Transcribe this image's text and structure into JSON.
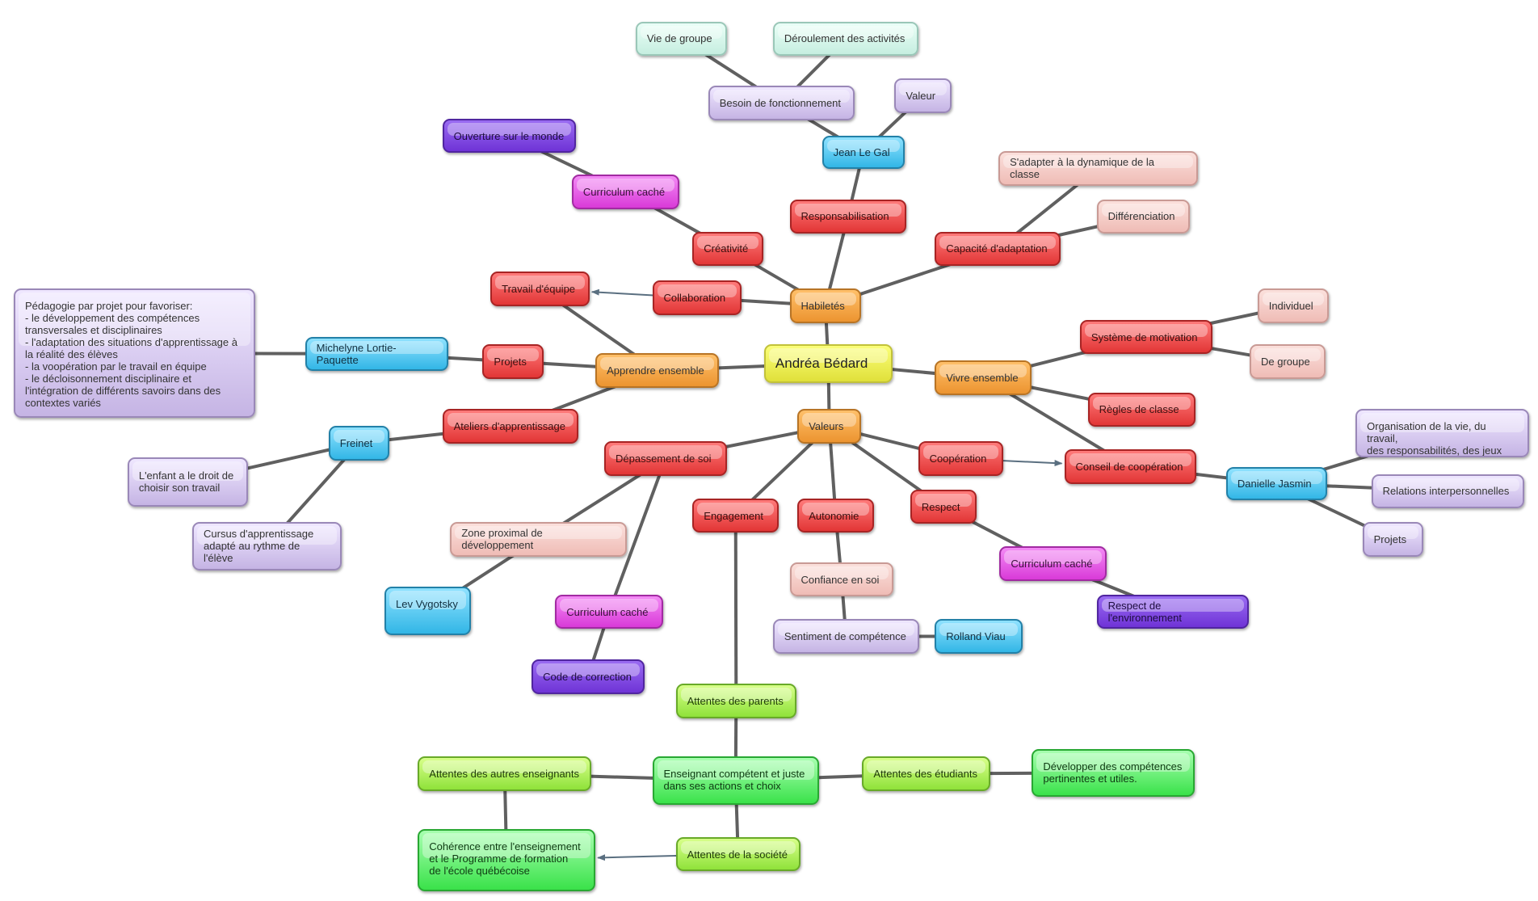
{
  "title": "Andréa Bédard",
  "nodes": [
    {
      "id": "n1",
      "text": "Andréa Bédard",
      "color": "yellow"
    },
    {
      "id": "n2",
      "text": "Habiletés",
      "color": "orange"
    },
    {
      "id": "n3",
      "text": "Apprendre ensemble",
      "color": "orange"
    },
    {
      "id": "n4",
      "text": "Vivre ensemble",
      "color": "orange"
    },
    {
      "id": "n5",
      "text": "Valeurs",
      "color": "orange"
    },
    {
      "id": "n6",
      "text": "Responsabilisation",
      "color": "red"
    },
    {
      "id": "n7",
      "text": "Jean Le Gal",
      "color": "blue"
    },
    {
      "id": "n8",
      "text": "Besoin de fonctionnement",
      "color": "lavender"
    },
    {
      "id": "n9",
      "text": "Valeur",
      "color": "lavender"
    },
    {
      "id": "n10",
      "text": "Vie de groupe",
      "color": "mint"
    },
    {
      "id": "n11",
      "text": "Déroulement des activités",
      "color": "mint"
    },
    {
      "id": "n12",
      "text": "Capacité d'adaptation",
      "color": "red"
    },
    {
      "id": "n13",
      "text": "S'adapter à la dynamique de la classe",
      "color": "pink"
    },
    {
      "id": "n14",
      "text": "Différenciation",
      "color": "pink"
    },
    {
      "id": "n15",
      "text": "Créativité",
      "color": "red"
    },
    {
      "id": "n16",
      "text": "Curriculum caché",
      "color": "magenta"
    },
    {
      "id": "n17",
      "text": "Ouverture sur le monde",
      "color": "purple"
    },
    {
      "id": "n18",
      "text": "Collaboration",
      "color": "red"
    },
    {
      "id": "n19",
      "text": "Travail d'équipe",
      "color": "red"
    },
    {
      "id": "n20",
      "text": "Projets",
      "color": "red"
    },
    {
      "id": "n21",
      "text": "Michelyne Lortie-Paquette",
      "color": "blue"
    },
    {
      "id": "n22",
      "text": "Pédagogie par projet pour favoriser:\n- le développement des compétences transversales et disciplinaires\n- l'adaptation des situations d'apprentissage à la réalité des élèves\n- la voopération par le travail en équipe\n- le décloisonnement disciplinaire et l'intégration de différents savoirs dans des contextes variés",
      "color": "lavender"
    },
    {
      "id": "n23",
      "text": "Ateliers d'apprentissage",
      "color": "red"
    },
    {
      "id": "n24",
      "text": "Freinet",
      "color": "blue"
    },
    {
      "id": "n25",
      "text": "L'enfant a le droit de\nchoisir son travail",
      "color": "lavender"
    },
    {
      "id": "n26",
      "text": "Cursus d'apprentissage\nadapté au rythme de l'élève",
      "color": "lavender"
    },
    {
      "id": "n27",
      "text": "Système de motivation",
      "color": "red"
    },
    {
      "id": "n28",
      "text": "Individuel",
      "color": "pink"
    },
    {
      "id": "n29",
      "text": "De groupe",
      "color": "pink"
    },
    {
      "id": "n30",
      "text": "Règles de classe",
      "color": "red"
    },
    {
      "id": "n31",
      "text": "Conseil de coopération",
      "color": "red"
    },
    {
      "id": "n32",
      "text": "Danielle Jasmin",
      "color": "blue"
    },
    {
      "id": "n33",
      "text": "Organisation de la vie, du travail,\ndes responsabilités, des jeux",
      "color": "lavender"
    },
    {
      "id": "n34",
      "text": "Relations interpersonnelles",
      "color": "lavender"
    },
    {
      "id": "n35",
      "text": "Projets",
      "color": "lavender"
    },
    {
      "id": "n36",
      "text": "Coopération",
      "color": "red"
    },
    {
      "id": "n37",
      "text": "Respect",
      "color": "red"
    },
    {
      "id": "n38",
      "text": "Curriculum caché",
      "color": "magenta"
    },
    {
      "id": "n39",
      "text": "Respect de l'environnement",
      "color": "purple"
    },
    {
      "id": "n40",
      "text": "Dépassement de soi",
      "color": "red"
    },
    {
      "id": "n41",
      "text": "Engagement",
      "color": "red"
    },
    {
      "id": "n42",
      "text": "Autonomie",
      "color": "red"
    },
    {
      "id": "n43",
      "text": "Zone proximal de développement",
      "color": "pink"
    },
    {
      "id": "n44",
      "text": "Lev Vygotsky",
      "color": "blue"
    },
    {
      "id": "n45",
      "text": "Curriculum caché",
      "color": "magenta"
    },
    {
      "id": "n46",
      "text": "Code de correction",
      "color": "purple"
    },
    {
      "id": "n47",
      "text": "Confiance en soi",
      "color": "pink"
    },
    {
      "id": "n48",
      "text": "Sentiment de compétence",
      "color": "lavender"
    },
    {
      "id": "n49",
      "text": "Rolland Viau",
      "color": "blue"
    },
    {
      "id": "n50",
      "text": "Attentes des parents",
      "color": "lime"
    },
    {
      "id": "n51",
      "text": "Enseignant compétent et juste\ndans ses actions et choix",
      "color": "green"
    },
    {
      "id": "n52",
      "text": "Attentes des autres enseignants",
      "color": "lime"
    },
    {
      "id": "n53",
      "text": "Attentes des étudiants",
      "color": "lime"
    },
    {
      "id": "n54",
      "text": "Développer des compétences\npertinentes et utiles.",
      "color": "green"
    },
    {
      "id": "n55",
      "text": "Cohérence entre l'enseignement\net le Programme de formation\nde l'école québécoise",
      "color": "green"
    },
    {
      "id": "n56",
      "text": "Attentes de la société",
      "color": "lime"
    }
  ],
  "edges": [
    [
      "n1",
      "n2"
    ],
    [
      "n1",
      "n3"
    ],
    [
      "n1",
      "n4"
    ],
    [
      "n1",
      "n5"
    ],
    [
      "n2",
      "n6"
    ],
    [
      "n6",
      "n7"
    ],
    [
      "n7",
      "n8"
    ],
    [
      "n7",
      "n9"
    ],
    [
      "n8",
      "n10"
    ],
    [
      "n8",
      "n11"
    ],
    [
      "n2",
      "n12"
    ],
    [
      "n12",
      "n13"
    ],
    [
      "n12",
      "n14"
    ],
    [
      "n2",
      "n15"
    ],
    [
      "n15",
      "n16"
    ],
    [
      "n16",
      "n17"
    ],
    [
      "n2",
      "n18"
    ],
    [
      "n18",
      "n19",
      "arrow"
    ],
    [
      "n3",
      "n19"
    ],
    [
      "n3",
      "n20"
    ],
    [
      "n20",
      "n21"
    ],
    [
      "n21",
      "n22"
    ],
    [
      "n3",
      "n23"
    ],
    [
      "n23",
      "n24"
    ],
    [
      "n24",
      "n25"
    ],
    [
      "n24",
      "n26"
    ],
    [
      "n4",
      "n27"
    ],
    [
      "n27",
      "n28"
    ],
    [
      "n27",
      "n29"
    ],
    [
      "n4",
      "n30"
    ],
    [
      "n4",
      "n31"
    ],
    [
      "n31",
      "n32"
    ],
    [
      "n32",
      "n33"
    ],
    [
      "n32",
      "n34"
    ],
    [
      "n32",
      "n35"
    ],
    [
      "n5",
      "n36"
    ],
    [
      "n36",
      "n31",
      "arrow"
    ],
    [
      "n5",
      "n37"
    ],
    [
      "n37",
      "n38"
    ],
    [
      "n38",
      "n39"
    ],
    [
      "n5",
      "n40"
    ],
    [
      "n40",
      "n43"
    ],
    [
      "n43",
      "n44"
    ],
    [
      "n40",
      "n45"
    ],
    [
      "n45",
      "n46"
    ],
    [
      "n5",
      "n41"
    ],
    [
      "n41",
      "n50"
    ],
    [
      "n5",
      "n42"
    ],
    [
      "n42",
      "n47"
    ],
    [
      "n47",
      "n48"
    ],
    [
      "n48",
      "n49"
    ],
    [
      "n50",
      "n51"
    ],
    [
      "n51",
      "n52"
    ],
    [
      "n51",
      "n53"
    ],
    [
      "n53",
      "n54"
    ],
    [
      "n52",
      "n55"
    ],
    [
      "n51",
      "n56"
    ],
    [
      "n56",
      "n55",
      "arrow"
    ]
  ]
}
